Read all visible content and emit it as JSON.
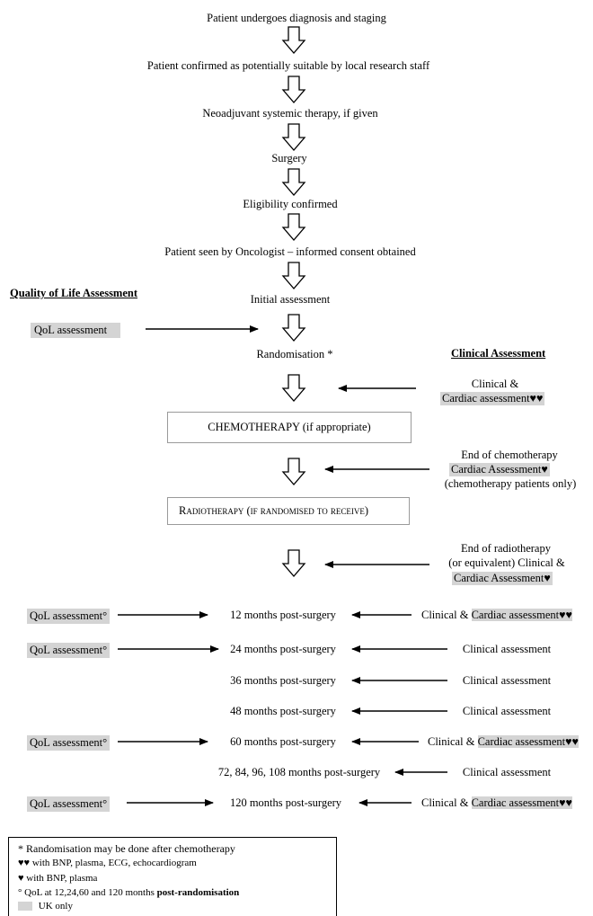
{
  "steps": {
    "s1": "Patient undergoes diagnosis and staging",
    "s2": "Patient confirmed as potentially suitable by local research staff",
    "s3": "Neoadjuvant systemic therapy, if given",
    "s4": "Surgery",
    "s5": "Eligibility confirmed",
    "s6": "Patient seen by Oncologist – informed consent obtained",
    "s7": "Initial assessment",
    "s8": "Randomisation *"
  },
  "headers": {
    "qol": "Quality of Life Assessment",
    "clinical": "Clinical Assessment"
  },
  "qol_first": "QoL assessment",
  "clinical_cardiac": {
    "line1": "Clinical &",
    "line2": "Cardiac assessment♥♥"
  },
  "chemo_box": "CHEMOTHERAPY (if appropriate)",
  "end_chemo": {
    "line1": "End of chemotherapy",
    "line2": "Cardiac Assessment♥",
    "line3": "(chemotherapy patients only)"
  },
  "radio_box": "Radiotherapy (if randomised to receive)",
  "end_radio": {
    "line1": "End of radiotherapy",
    "line2": "(or equivalent) Clinical &",
    "line3": "Cardiac Assessment♥"
  },
  "followup": {
    "qol_label": "QoL assessment°",
    "clinical_amp": "Clinical & ",
    "cardiac_hh": "Cardiac assessment♥♥",
    "clinical_assessment": "Clinical assessment",
    "m12": "12 months post-surgery",
    "m24": "24 months post-surgery",
    "m36": "36 months post-surgery",
    "m48": "48 months post-surgery",
    "m60": "60 months post-surgery",
    "m72": "72, 84, 96, 108 months post-surgery",
    "m120": "120 months post-surgery"
  },
  "legend": {
    "l1": "* Randomisation may be done after chemotherapy",
    "l2": "♥♥ with BNP, plasma, ECG, echocardiogram",
    "l3": "♥ with BNP, plasma",
    "l4a": "°  QoL at 12,24,60 and 120 months ",
    "l4b": "post-randomisation",
    "l5": "UK only"
  },
  "colors": {
    "highlight": "#d4d4d4",
    "box_border": "#9a9a9a"
  }
}
